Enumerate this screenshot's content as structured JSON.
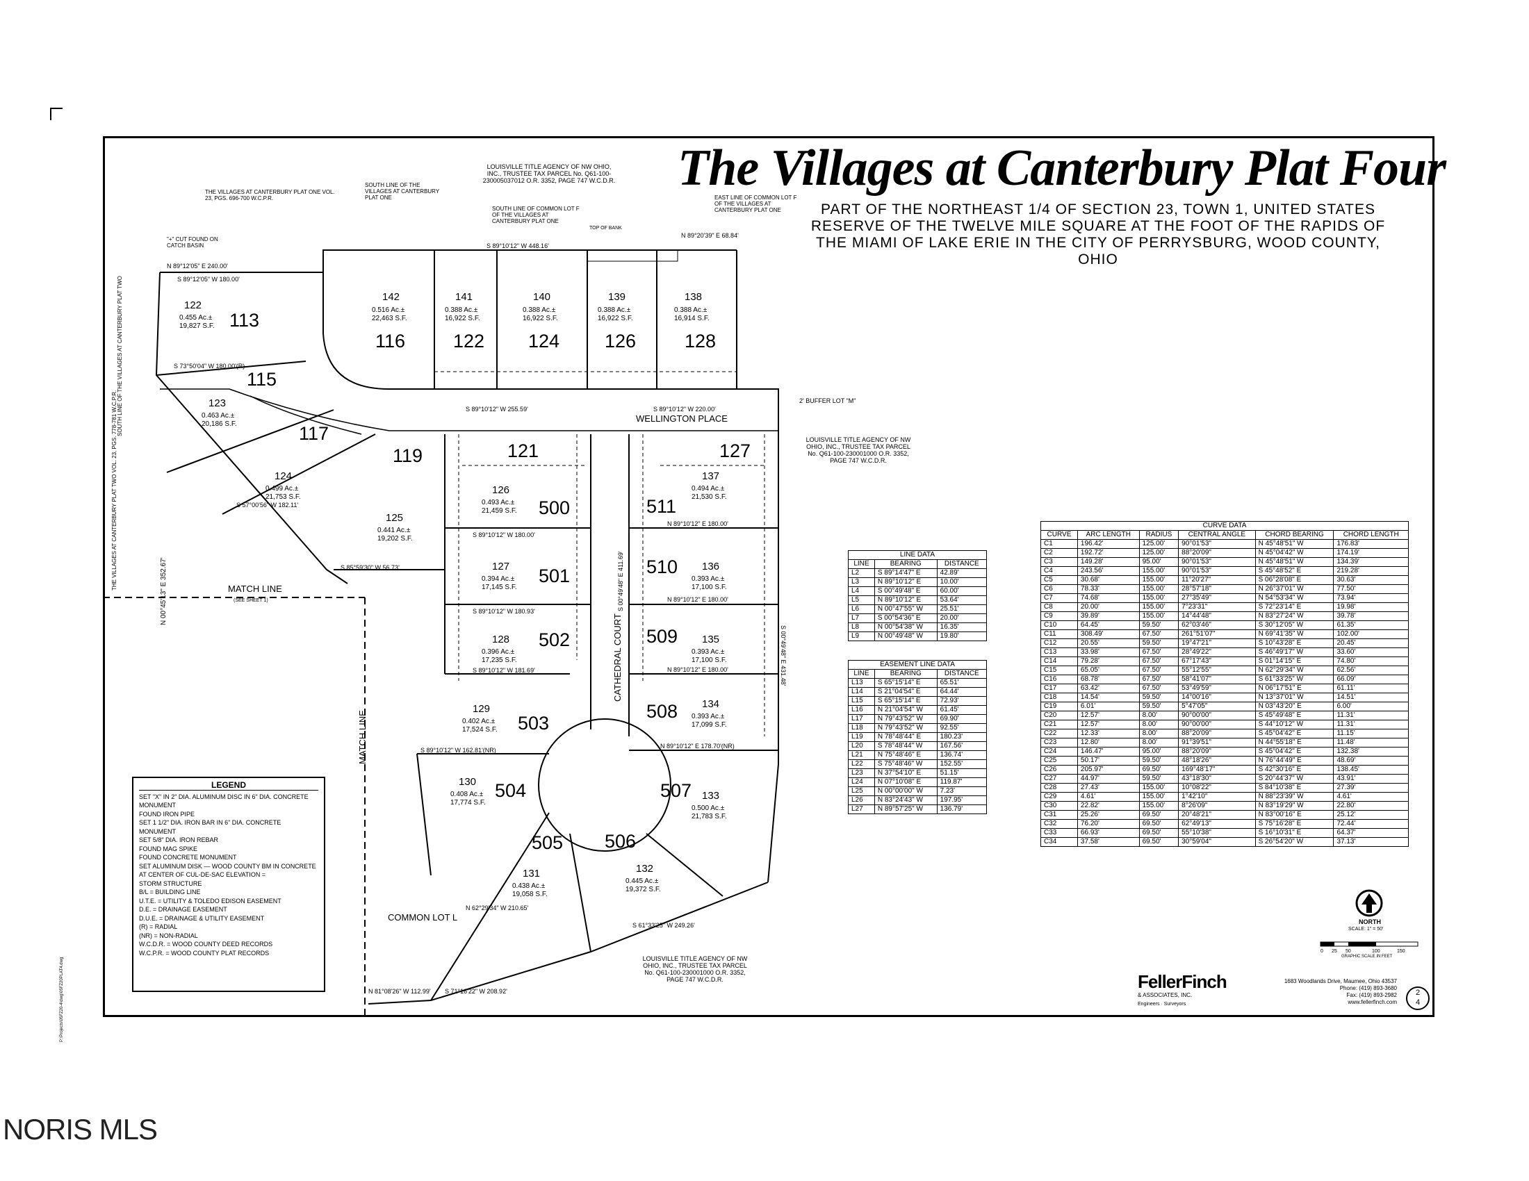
{
  "title": "The Villages at Canterbury Plat Four",
  "subtitle": "PART OF THE NORTHEAST 1/4 OF SECTION 23, TOWN 1, UNITED STATES RESERVE OF THE TWELVE MILE SQUARE AT THE FOOT OF THE RAPIDS OF THE MIAMI OF LAKE ERIE IN THE CITY OF PERRYSBURG, WOOD COUNTY, OHIO",
  "notes": {
    "plat_one": "THE VILLAGES AT CANTERBURY PLAT ONE VOL. 23, PGS. 696-700 W.C.P.R.",
    "south_line_plat_one": "SOUTH LINE OF THE VILLAGES AT CANTERBURY PLAT ONE",
    "louisville_top": "LOUISVILLE TITLE AGENCY OF NW OHIO, INC., TRUSTEE TAX PARCEL No. Q61-100-230005037012 O.R. 3352, PAGE 747 W.C.D.R.",
    "south_line_common_lot": "SOUTH LINE OF COMMON LOT F OF THE VILLAGES AT CANTERBURY PLAT ONE",
    "top_of_bank": "TOP OF BANK",
    "east_line_common_lot": "EAST LINE OF COMMON LOT F OF THE VILLAGES AT CANTERBURY PLAT ONE",
    "louisville_right": "LOUISVILLE TITLE AGENCY OF NW OHIO, INC., TRUSTEE TAX PARCEL No. Q61-100-230001000 O.R. 3352, PAGE 747 W.C.D.R.",
    "louisville_bottom": "LOUISVILLE TITLE AGENCY OF NW OHIO, INC., TRUSTEE TAX PARCEL No. Q61-100-230001000 O.R. 3352, PAGE 747 W.C.D.R.",
    "buffer_lot": "2' BUFFER LOT \"M\"",
    "cut_found": "\"+\" CUT FOUND ON CATCH BASIN",
    "match_line": "MATCH LINE",
    "see_sheet": "(SEE SHEET 1)",
    "common_lot": "COMMON LOT L",
    "south_line_plat_two": "SOUTH LINE OF THE VILLAGES AT CANTERBURY PLAT TWO",
    "plat_two_ref": "THE VILLAGES AT CANTERBURY PLAT TWO VOL. 23, PGS. 778-781 W.C.P.R.",
    "wellington": "WELLINGTON PLACE",
    "cathedral": "CATHEDRAL COURT",
    "file_path": "P:\\Projects\\05FZ20-4\\dwg\\05FZ20PLAT4.dwg"
  },
  "lots": [
    {
      "num": "142",
      "area": "0.516 Ac.±",
      "sf": "22,463 S.F.",
      "addr": "116"
    },
    {
      "num": "141",
      "area": "0.388 Ac.±",
      "sf": "16,922 S.F.",
      "addr": "122"
    },
    {
      "num": "140",
      "area": "0.388 Ac.±",
      "sf": "16,922 S.F.",
      "addr": "124"
    },
    {
      "num": "139",
      "area": "0.388 Ac.±",
      "sf": "16,922 S.F.",
      "addr": "126"
    },
    {
      "num": "138",
      "area": "0.388 Ac.±",
      "sf": "16,914 S.F.",
      "addr": "128"
    },
    {
      "num": "122",
      "area": "0.455 Ac.±",
      "sf": "19,827 S.F.",
      "addr": "113"
    },
    {
      "num": "123",
      "area": "0.463 Ac.±",
      "sf": "20,186 S.F.",
      "addr": "115"
    },
    {
      "num": "124",
      "area": "0.499 Ac.±",
      "sf": "21,753 S.F.",
      "addr": "117"
    },
    {
      "num": "125",
      "area": "0.441 Ac.±",
      "sf": "19,202 S.F.",
      "addr": "119"
    },
    {
      "num": "126",
      "area": "0.493 Ac.±",
      "sf": "21,459 S.F.",
      "addr": "500"
    },
    {
      "num": "127",
      "area": "0.394 Ac.±",
      "sf": "17,145 S.F.",
      "addr": "501"
    },
    {
      "num": "128",
      "area": "0.396 Ac.±",
      "sf": "17,235 S.F.",
      "addr": "502"
    },
    {
      "num": "129",
      "area": "0.402 Ac.±",
      "sf": "17,524 S.F.",
      "addr": "503"
    },
    {
      "num": "130",
      "area": "0.408 Ac.±",
      "sf": "17,774 S.F.",
      "addr": "504"
    },
    {
      "num": "131",
      "area": "0.438 Ac.±",
      "sf": "19,058 S.F.",
      "addr": "505"
    },
    {
      "num": "132",
      "area": "0.445 Ac.±",
      "sf": "19,372 S.F.",
      "addr": "506"
    },
    {
      "num": "133",
      "area": "0.500 Ac.±",
      "sf": "21,783 S.F.",
      "addr": "507"
    },
    {
      "num": "134",
      "area": "0.393 Ac.±",
      "sf": "17,099 S.F.",
      "addr": "508"
    },
    {
      "num": "135",
      "area": "0.393 Ac.±",
      "sf": "17,100 S.F.",
      "addr": "509"
    },
    {
      "num": "136",
      "area": "0.393 Ac.±",
      "sf": "17,100 S.F.",
      "addr": "510"
    },
    {
      "num": "137",
      "area": "0.494 Ac.±",
      "sf": "21,530 S.F.",
      "addr": "511"
    }
  ],
  "extra_addrs": [
    "121",
    "127"
  ],
  "bearings": {
    "n_top": "N 89°12'05\" E  240.00'",
    "s_top": "S 89°12'05\" W  180.00'",
    "top_row": "S 89°10'12\" W  448.16'",
    "top_right": "N 89°20'39\" E  68.84'",
    "lot123": "S 73°50'04\" W  180.00'(R)",
    "west": "N 00°45'13\" E  352.67'",
    "well_1": "S 89°10'12\" W  255.59'",
    "well_2": "S 89°10'12\" W  220.00'",
    "r126_127": "S 89°10'12\" W  180.00'",
    "r127_128": "S 89°10'12\" W  180.93'",
    "r128_129": "S 89°10'12\" W  181.69'",
    "r129_130": "S 89°10'12\" W  162.81'(NR)",
    "r137_136": "N 89°10'12\" E  180.00'",
    "r136_135": "N 89°10'12\" E  180.00'",
    "r135_134": "N 89°10'12\" E  180.00'",
    "r134_133": "N 89°10'12\" E  178.70'(NR)",
    "bottom_1": "S 61°33'25\" W  249.26'",
    "bottom_2": "S 71°16'22\" W  208.92'",
    "bottom_3": "N 81°08'26\" W  112.99'",
    "lot131_s": "N 62°29'34\" W  210.65'",
    "lot124": "S 57°00'56\" W  182.11'",
    "lot125_s": "S 85°59'30\" W  56.73'",
    "cathedral": "S 00°49'48\" E  411.69'",
    "east": "S 00°49'48\" E  431.48'"
  },
  "line_data": {
    "title": "LINE DATA",
    "headers": [
      "LINE",
      "BEARING",
      "DISTANCE"
    ],
    "rows": [
      [
        "L2",
        "S 89°14'47\" E",
        "42.89'"
      ],
      [
        "L3",
        "N 89°10'12\" E",
        "10.00'"
      ],
      [
        "L4",
        "S 00°49'48\" E",
        "60.00'"
      ],
      [
        "L5",
        "N 89°10'12\" E",
        "53.64'"
      ],
      [
        "L6",
        "N 00°47'55\" W",
        "25.51'"
      ],
      [
        "L7",
        "S 00°54'36\" E",
        "20.00'"
      ],
      [
        "L8",
        "N 00°54'38\" W",
        "16.35'"
      ],
      [
        "L9",
        "N 00°49'48\" W",
        "19.80'"
      ]
    ]
  },
  "easement_data": {
    "title": "EASEMENT LINE DATA",
    "headers": [
      "LINE",
      "BEARING",
      "DISTANCE"
    ],
    "rows": [
      [
        "L13",
        "S 65°15'14\" E",
        "65.51'"
      ],
      [
        "L14",
        "S 21°04'54\" E",
        "64.44'"
      ],
      [
        "L15",
        "S 65°15'14\" E",
        "72.93'"
      ],
      [
        "L16",
        "N 21°04'54\" W",
        "61.45'"
      ],
      [
        "L17",
        "N 79°43'52\" W",
        "69.90'"
      ],
      [
        "L18",
        "N 79°43'52\" W",
        "92.55'"
      ],
      [
        "L19",
        "N 78°48'44\" E",
        "180.23'"
      ],
      [
        "L20",
        "S 78°48'44\" W",
        "167.56'"
      ],
      [
        "L21",
        "N 75°48'46\" E",
        "136.74'"
      ],
      [
        "L22",
        "S 75°48'46\" W",
        "152.55'"
      ],
      [
        "L23",
        "N 37°54'10\" E",
        "51.15'"
      ],
      [
        "L24",
        "N 07°10'08\" E",
        "119.87'"
      ],
      [
        "L25",
        "N 00°00'00\" W",
        "7.23'"
      ],
      [
        "L26",
        "N 83°24'43\" W",
        "197.95'"
      ],
      [
        "L27",
        "N 89°57'25\" W",
        "136.79'"
      ]
    ]
  },
  "curve_data": {
    "title": "CURVE DATA",
    "headers": [
      "CURVE",
      "ARC LENGTH",
      "RADIUS",
      "CENTRAL ANGLE",
      "CHORD BEARING",
      "CHORD LENGTH"
    ],
    "rows": [
      [
        "C1",
        "196.42'",
        "125.00'",
        "90°01'53\"",
        "N 45°48'51\" W",
        "176.83'"
      ],
      [
        "C2",
        "192.72'",
        "125.00'",
        "88°20'09\"",
        "N 45°04'42\" W",
        "174.19'"
      ],
      [
        "C3",
        "149.28'",
        "95.00'",
        "90°01'53\"",
        "N 45°48'51\" W",
        "134.39'"
      ],
      [
        "C4",
        "243.56'",
        "155.00'",
        "90°01'53\"",
        "S 45°48'52\" E",
        "219.28'"
      ],
      [
        "C5",
        "30.68'",
        "155.00'",
        "11°20'27\"",
        "S 06°28'08\" E",
        "30.63'"
      ],
      [
        "C6",
        "78.33'",
        "155.00'",
        "28°57'18\"",
        "N 26°37'01\" W",
        "77.50'"
      ],
      [
        "C7",
        "74.68'",
        "155.00'",
        "27°35'49\"",
        "N 54°53'34\" W",
        "73.94'"
      ],
      [
        "C8",
        "20.00'",
        "155.00'",
        "7°23'31\"",
        "S 72°23'14\" E",
        "19.98'"
      ],
      [
        "C9",
        "39.89'",
        "155.00'",
        "14°44'48\"",
        "N 83°27'24\" W",
        "39.78'"
      ],
      [
        "C10",
        "64.45'",
        "59.50'",
        "62°03'46\"",
        "S 30°12'05\" W",
        "61.35'"
      ],
      [
        "C11",
        "308.49'",
        "67.50'",
        "261°51'07\"",
        "N 69°41'35\" W",
        "102.00'"
      ],
      [
        "C12",
        "20.55'",
        "59.50'",
        "19°47'21\"",
        "S 10°43'28\" E",
        "20.45'"
      ],
      [
        "C13",
        "33.98'",
        "67.50'",
        "28°49'22\"",
        "S 46°49'17\" W",
        "33.60'"
      ],
      [
        "C14",
        "79.28'",
        "67.50'",
        "67°17'43\"",
        "S 01°14'15\" E",
        "74.80'"
      ],
      [
        "C15",
        "65.05'",
        "67.50'",
        "55°12'55\"",
        "N 62°29'34\" W",
        "62.56'"
      ],
      [
        "C16",
        "68.78'",
        "67.50'",
        "58°41'07\"",
        "S 61°33'25\" W",
        "66.09'"
      ],
      [
        "C17",
        "63.42'",
        "67.50'",
        "53°49'59\"",
        "N 06°17'51\" E",
        "61.11'"
      ],
      [
        "C18",
        "14.54'",
        "59.50'",
        "14°00'16\"",
        "N 13°37'01\" W",
        "14.51'"
      ],
      [
        "C19",
        "6.01'",
        "59.50'",
        "5°47'05\"",
        "N 03°43'20\" E",
        "6.00'"
      ],
      [
        "C20",
        "12.57'",
        "8.00'",
        "90°00'00\"",
        "S 45°49'48\" E",
        "11.31'"
      ],
      [
        "C21",
        "12.57'",
        "8.00'",
        "90°00'00\"",
        "S 44°10'12\" W",
        "11.31'"
      ],
      [
        "C22",
        "12.33'",
        "8.00'",
        "88°20'09\"",
        "S 45°04'42\" E",
        "11.15'"
      ],
      [
        "C23",
        "12.80'",
        "8.00'",
        "91°39'51\"",
        "N 44°55'18\" E",
        "11.48'"
      ],
      [
        "C24",
        "146.47'",
        "95.00'",
        "88°20'09\"",
        "S 45°04'42\" E",
        "132.38'"
      ],
      [
        "C25",
        "50.17'",
        "59.50'",
        "48°18'26\"",
        "N 76°44'49\" E",
        "48.69'"
      ],
      [
        "C26",
        "205.97'",
        "69.50'",
        "169°48'17\"",
        "S 42°30'16\" E",
        "138.45'"
      ],
      [
        "C27",
        "44.97'",
        "59.50'",
        "43°18'30\"",
        "S 20°44'37\" W",
        "43.91'"
      ],
      [
        "C28",
        "27.43'",
        "155.00'",
        "10°08'22\"",
        "S 84°10'38\" E",
        "27.39'"
      ],
      [
        "C29",
        "4.61'",
        "155.00'",
        "1°42'10\"",
        "N 88°23'39\" W",
        "4.61'"
      ],
      [
        "C30",
        "22.82'",
        "155.00'",
        "8°26'09\"",
        "N 83°19'29\" W",
        "22.80'"
      ],
      [
        "C31",
        "25.26'",
        "69.50'",
        "20°48'21\"",
        "N 83°00'16\" E",
        "25.12'"
      ],
      [
        "C32",
        "76.20'",
        "69.50'",
        "62°49'13\"",
        "S 75°16'28\" E",
        "72.44'"
      ],
      [
        "C33",
        "66.93'",
        "69.50'",
        "55°10'38\"",
        "S 16°10'31\" E",
        "64.37'"
      ],
      [
        "C34",
        "37.58'",
        "69.50'",
        "30°59'04\"",
        "S 26°54'20\" W",
        "37.13'"
      ]
    ]
  },
  "legend": {
    "title": "LEGEND",
    "items": [
      "SET \"X\" IN 2\" DIA. ALUMINUM DISC IN 6\" DIA. CONCRETE MONUMENT",
      "FOUND IRON PIPE",
      "SET 1 1/2\" DIA. IRON BAR IN 6\" DIA. CONCRETE MONUMENT",
      "SET 5/8\" DIA. IRON REBAR",
      "FOUND MAG SPIKE",
      "FOUND CONCRETE MONUMENT",
      "SET ALUMINUM DISK — WOOD COUNTY BM IN CONCRETE AT CENTER OF CUL-DE-SAC ELEVATION =",
      "STORM STRUCTURE",
      "B/L = BUILDING LINE",
      "U.T.E. = UTILITY & TOLEDO EDISON EASEMENT",
      "D.E. = DRAINAGE EASEMENT",
      "D.U.E. = DRAINAGE & UTILITY EASEMENT",
      "(R) = RADIAL",
      "(NR) = NON-RADIAL",
      "W.C.D.R. = WOOD COUNTY DEED RECORDS",
      "W.C.P.R. = WOOD COUNTY PLAT RECORDS"
    ]
  },
  "north": {
    "label": "NORTH",
    "scale": "SCALE: 1\" = 50'",
    "graphic": "GRAPHIC SCALE IN FEET",
    "ticks": [
      "0",
      "25",
      "50",
      "100",
      "150"
    ]
  },
  "firm": {
    "name": "FellerFinch",
    "sub": "& ASSOCIATES, INC.",
    "tag": "Engineers · Surveyors",
    "address": "1683 Woodlands Drive, Maumee, Ohio 43537",
    "phone": "Phone: (419) 893-3680",
    "fax": "Fax: (419) 893-2982",
    "web": "www.fellerfinch.com"
  },
  "sheet": {
    "num": "2",
    "of": "4"
  },
  "watermark": "NORIS MLS"
}
